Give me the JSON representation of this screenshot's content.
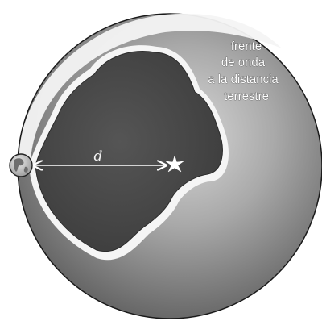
{
  "labels": {
    "wavefront_line1": "frente",
    "wavefront_line2": "de onda",
    "wavefront_line3": "a la distancia",
    "wavefront_line4": "terrestre",
    "distance": "d"
  },
  "elements": {
    "outer_sphere": "wavefront-sphere",
    "inner_region": "irregular-region",
    "earth": "earth-icon",
    "source": "star-burst-icon",
    "arrow": "double-arrow"
  }
}
